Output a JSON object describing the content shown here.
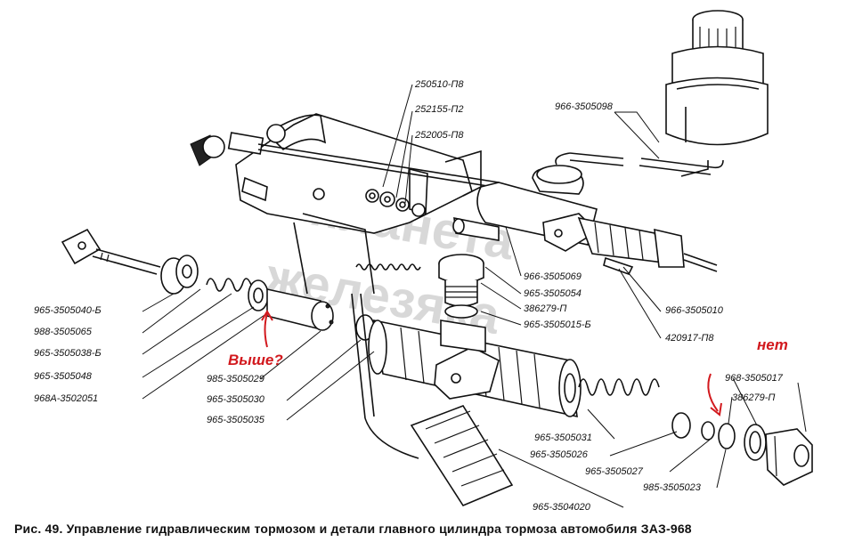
{
  "caption": "Рис. 49. Управление гидравлическим тормозом и детали главного цилиндра тормоза автомобиля ЗАЗ-968",
  "watermark": [
    "планета",
    "железяка"
  ],
  "annotations": {
    "note_left": "Выше?",
    "note_right": "нет"
  },
  "part_numbers": {
    "p250510": "250510-П8",
    "p252155": "252155-П2",
    "p252005": "252005-П8",
    "p3505098": "966-3505098",
    "p3505069": "966-3505069",
    "p3505054": "965-3505054",
    "p386279a": "386279-П",
    "p3505015": "965-3505015-Б",
    "p3505010": "966-3505010",
    "p420917": "420917-П8",
    "p3505040": "965-3505040-Б",
    "p3505065": "988-3505065",
    "p3505038": "965-3505038-Б",
    "p3505048": "965-3505048",
    "p3502051": "968А-3502051",
    "p3505029": "985-3505029",
    "p3505030": "965-3505030",
    "p3505035": "965-3505035",
    "p3505017": "968-3505017",
    "p386279b": "386279-П",
    "p3505031": "965-3505031",
    "p3505026": "965-3505026",
    "p3505027": "965-3505027",
    "p3505023": "985-3505023",
    "p3504020": "965-3504020"
  },
  "colors": {
    "annotation": "#d2191e",
    "ink": "#111111",
    "watermark": "#d8d8d8"
  }
}
